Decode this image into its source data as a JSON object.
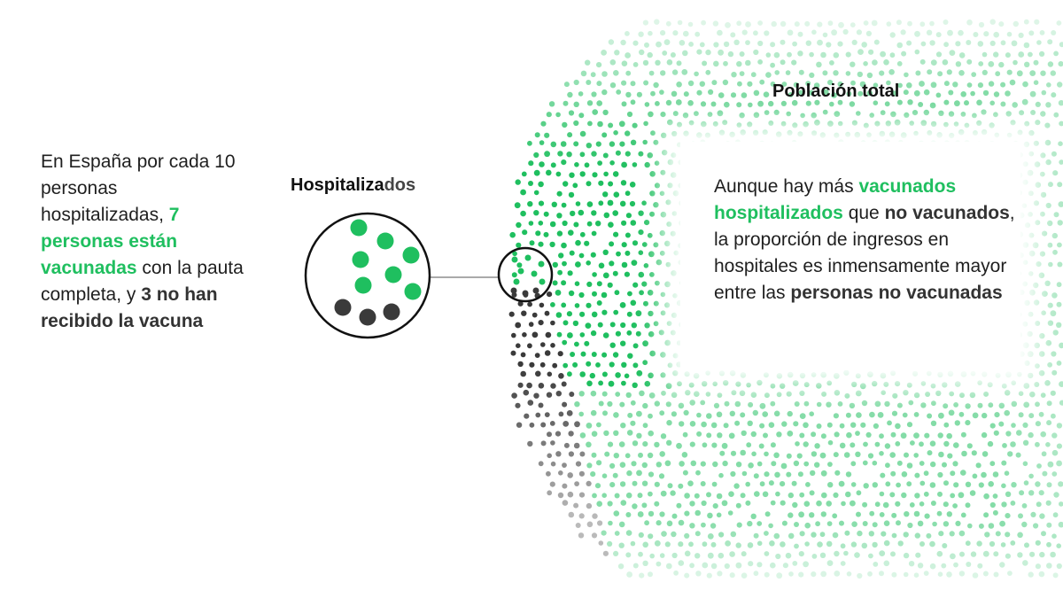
{
  "intro": {
    "part1": "En España por cada 10 personas hospitalizadas, ",
    "vaccinated": "7 personas están vacunadas",
    "part2": " con la pauta completa, y ",
    "unvaccinated": "3 no han recibido la vacuna"
  },
  "hospitalized": {
    "title_start": "Hospitaliza",
    "title_end": "dos",
    "vaccinated_count": 7,
    "unvaccinated_count": 3
  },
  "population": {
    "title": "Población total"
  },
  "note": {
    "p1": "Aunque hay más ",
    "g1": "vacunados hospitalizados",
    "p2": " que ",
    "d1": "no vacunados",
    "p3": ", la proporción de ingresos en hospitales es inmensamente mayor entre las ",
    "d2": "personas no vacunadas"
  },
  "colors": {
    "vaccinated": "#1fbf5f",
    "unvaccinated": "#3a3a3a",
    "text": "#1f1f1f"
  }
}
